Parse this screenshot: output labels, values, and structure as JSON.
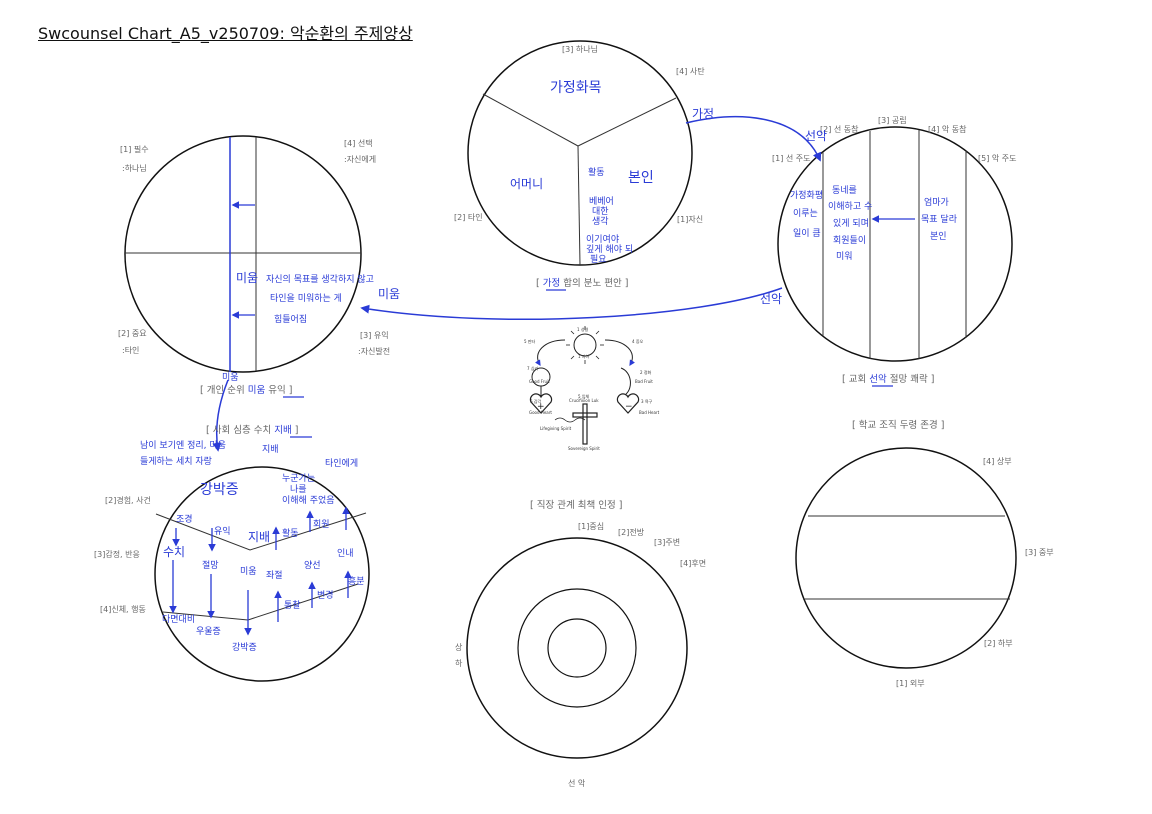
{
  "title": "Swcounsel Chart_A5_v250709: 악순환의 주제양상",
  "colors": {
    "ink": "#111111",
    "pen": "#2a3bd6",
    "label": "#666666"
  },
  "top_circle": {
    "labels": [
      "[3] 하나님",
      "[4] 사탄",
      "[2] 타인",
      "[1]자신"
    ],
    "caption_pre": "[ ",
    "caption_hi": "가정",
    "caption_post": " 합의 분노 편안 ]",
    "notes": [
      "가정화목",
      "어머니",
      "본인",
      "활동",
      "베베어",
      "대한",
      "생각",
      "이기여야",
      "깊게 해야 되",
      "필요"
    ]
  },
  "left_circle": {
    "labels": [
      "[1] 필수",
      ":하나님",
      "[4] 선택",
      ":자신에게",
      "[2] 중요",
      ":타인",
      "[3] 유익",
      ":자신발전"
    ],
    "caption_pre": "[ 개인 순위 ",
    "caption_hi": "미움",
    "caption_post": " 유익 ]",
    "notes": [
      "미움",
      "자신의 목표를 생각하지 않고",
      "타인을 미워하는 게",
      "힘들어짐",
      "미움"
    ]
  },
  "right_circle": {
    "labels": [
      "[1] 선 주도",
      "[2] 선 동참",
      "[3] 공립",
      "[4] 악 동참",
      "[5] 악 주도"
    ],
    "caption_pre": "[ 교회 ",
    "caption_hi": "선악",
    "caption_post": " 절망 쾌락 ]",
    "notes": [
      "가정화평",
      "이루는",
      "일이 큼",
      "동네를",
      "이해하고 수",
      "있게 되며",
      "회원들이",
      "미워",
      "엄마가",
      "목표 달라",
      "본인",
      "선악",
      "선악"
    ]
  },
  "arrow_notes": [
    "가정",
    "미움"
  ],
  "bottom_left_circle": {
    "labels": [
      "[2]경험, 사건",
      "[3]감정, 반응",
      "[4]신체, 행동"
    ],
    "caption_pre": "[ 사회 심층 수치 ",
    "caption_hi": "지배",
    "caption_post": " ]",
    "notes": [
      "지배",
      "남이 보기엔 정리, 미움",
      "들게하는 세치 자랑",
      "타인에게",
      "강박증",
      "누군가는",
      "나를",
      "이해해 주었음",
      "조경",
      "수치",
      "유익",
      "절망",
      "지배",
      "활동",
      "회원",
      "미움",
      "양선",
      "인내",
      "좌절",
      "통찰",
      "변경",
      "다면대비",
      "우울증",
      "강박증",
      "흥분"
    ]
  },
  "center_figure": {
    "labels": [
      "1 성령",
      "5 판타",
      "4 증오",
      "7 심리",
      "2 정화",
      "1 자아",
      "6 감각",
      "3 욕구",
      "5 입체"
    ],
    "sublabels": [
      "Good Fruit",
      "Bad Fruit",
      "Good Heart",
      "Bad Heart",
      "Crucifixion Luk",
      "Lifegiving Spirit",
      "Sovereign Spirit"
    ]
  },
  "bottom_center_circle": {
    "caption": "[ 직장 관계 최책 인정 ]",
    "labels": [
      "[1]중심",
      "[2]전방",
      "[3]주변",
      "[4]후면"
    ],
    "side": [
      "상",
      "하"
    ],
    "bottom": "선 악"
  },
  "bottom_right_circle": {
    "caption": "[ 학교 조직 두령 존경 ]",
    "labels": [
      "[4] 상부",
      "[3] 중부",
      "[2] 하부",
      "[1] 외부"
    ]
  }
}
